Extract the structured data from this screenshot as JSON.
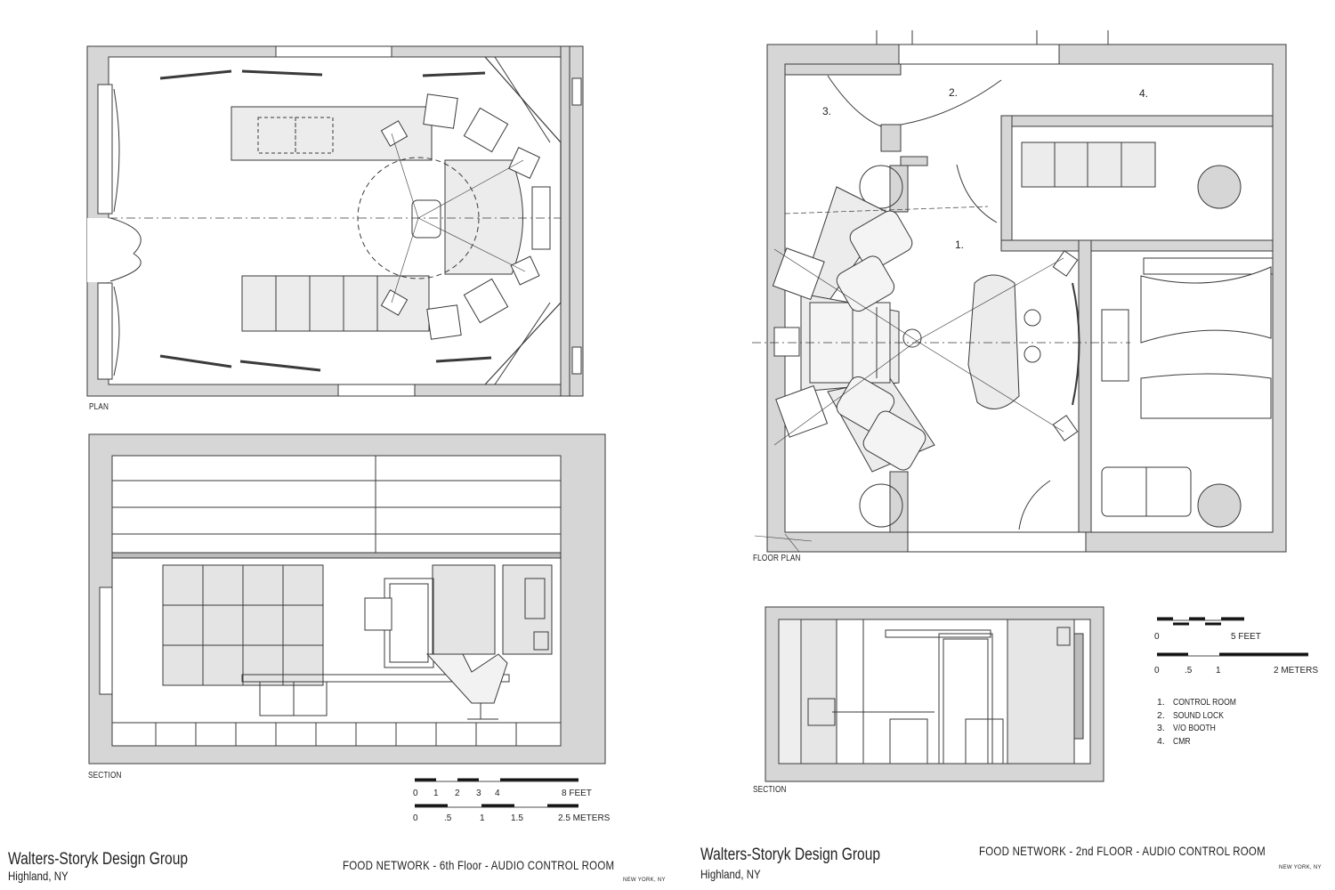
{
  "left_sheet": {
    "plan_label": "PLAN",
    "section_label": "SECTION",
    "scale_feet": [
      "0",
      "1",
      "2",
      "3",
      "4",
      "8 FEET"
    ],
    "scale_meters": [
      "0",
      ".5",
      "1",
      "1.5",
      "2.5 METERS"
    ],
    "firm_name": "Walters-Storyk Design Group",
    "firm_location": "Highland, NY",
    "title": "FOOD NETWORK - 6th Floor - AUDIO CONTROL ROOM",
    "city": "NEW YORK, NY"
  },
  "right_sheet": {
    "floor_plan_label": "FLOOR PLAN",
    "section_label": "SECTION",
    "room_numbers": [
      "1.",
      "2.",
      "3.",
      "4."
    ],
    "scale_feet": [
      "0",
      "5 FEET"
    ],
    "scale_meters": [
      "0",
      ".5",
      "1",
      "2 METERS"
    ],
    "legend": [
      {
        "num": "1.",
        "label": "CONTROL ROOM"
      },
      {
        "num": "2.",
        "label": "SOUND LOCK"
      },
      {
        "num": "3.",
        "label": "V/O BOOTH"
      },
      {
        "num": "4.",
        "label": "CMR"
      }
    ],
    "firm_name": "Walters-Storyk Design Group",
    "firm_location": "Highland, NY",
    "title": "FOOD NETWORK - 2nd FLOOR - AUDIO CONTROL ROOM",
    "city": "NEW YORK, NY"
  },
  "colors": {
    "wall": "#d6d6d6",
    "line": "#3a3a3a",
    "fill": "#ececec"
  }
}
